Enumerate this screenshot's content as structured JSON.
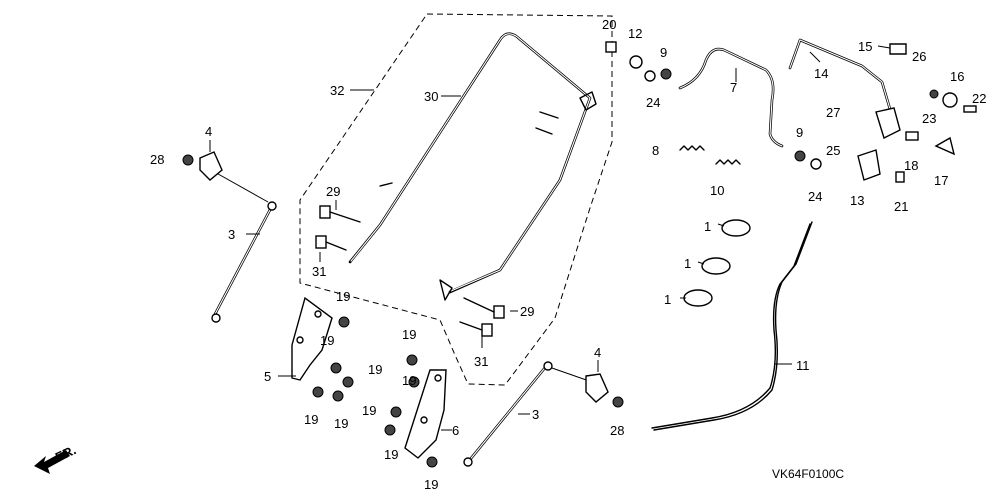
{
  "diagram": {
    "code": "VK64F0100C",
    "direction_label": "FR.",
    "callouts": [
      "32",
      "30",
      "4",
      "28",
      "3",
      "29",
      "31",
      "19",
      "19",
      "19",
      "5",
      "19",
      "19",
      "19",
      "19",
      "19",
      "19",
      "6",
      "19",
      "29",
      "31",
      "4",
      "3",
      "28",
      "20",
      "12",
      "9",
      "24",
      "7",
      "14",
      "15",
      "26",
      "16",
      "22",
      "23",
      "27",
      "8",
      "10",
      "9",
      "24",
      "25",
      "18",
      "13",
      "17",
      "21",
      "1",
      "1",
      "1",
      "11"
    ]
  }
}
